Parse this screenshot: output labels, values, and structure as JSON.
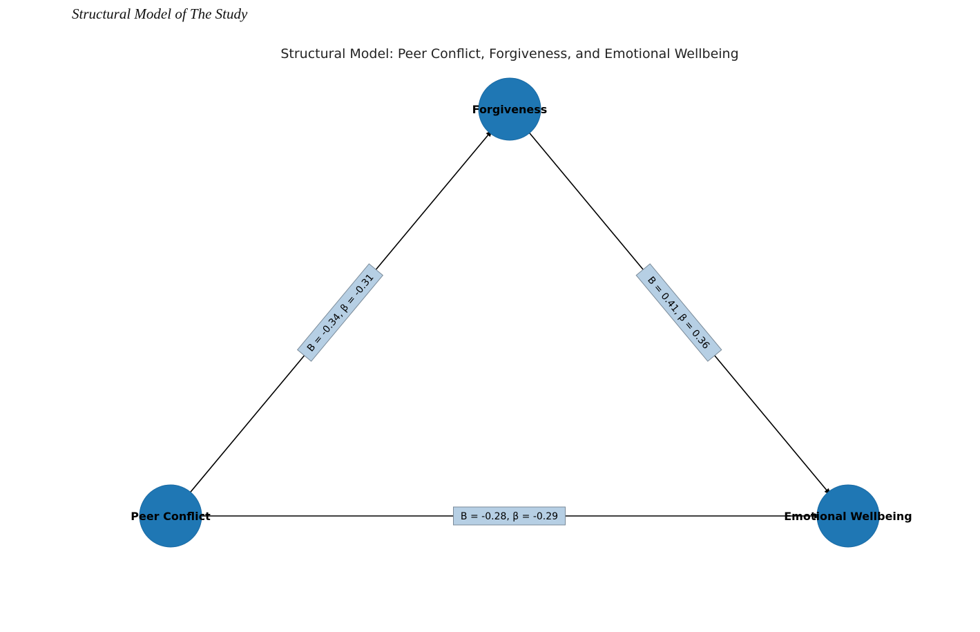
{
  "figure_caption": "Structural Model of The Study",
  "diagram": {
    "title": "Structural Model: Peer Conflict, Forgiveness, and Emotional Wellbeing",
    "node_color": "#1f77b4",
    "edge_color": "#000000",
    "label_box_color": "#b6cfe4",
    "label_box_border": "#7a8a98",
    "nodes": [
      {
        "id": "forgiveness",
        "label": "Forgiveness"
      },
      {
        "id": "peer_conflict",
        "label": "Peer Conflict"
      },
      {
        "id": "emotional_wellbeing",
        "label": "Emotional Wellbeing"
      }
    ],
    "edges": [
      {
        "from": "peer_conflict",
        "to": "forgiveness",
        "label": "B = -0.34, β = -0.31"
      },
      {
        "from": "forgiveness",
        "to": "emotional_wellbeing",
        "label": "B = 0.41, β = 0.36"
      },
      {
        "from": "peer_conflict",
        "to": "emotional_wellbeing",
        "label": "B = -0.28, β = -0.29"
      }
    ]
  }
}
